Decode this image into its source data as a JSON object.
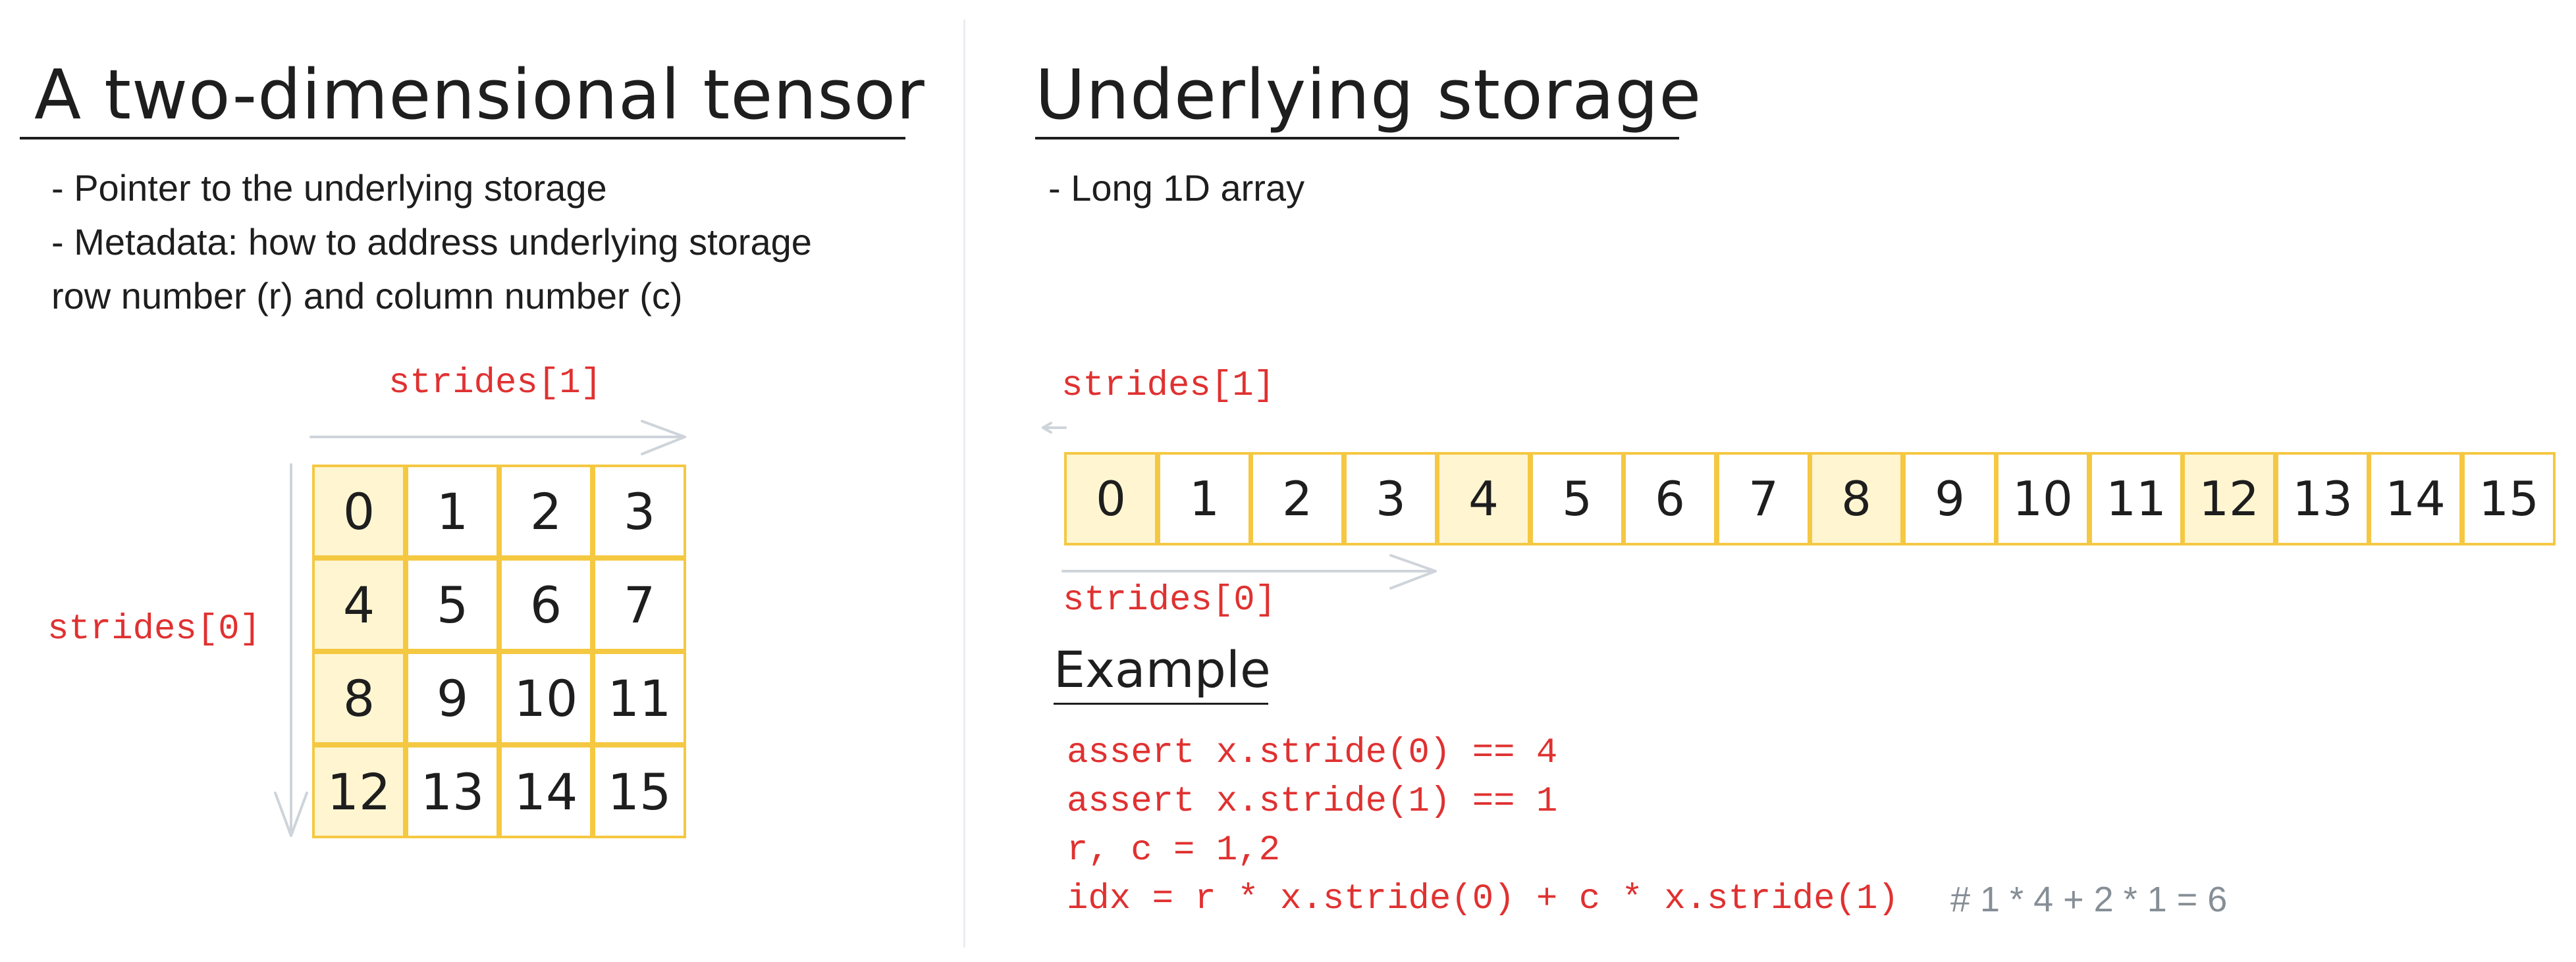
{
  "left": {
    "title": "A two-dimensional tensor",
    "bullets": [
      "- Pointer to the underlying storage",
      "- Metadata: how to address underlying storage",
      "row number (r) and column number (c)"
    ],
    "stride1_label": "strides[1]",
    "stride0_label": "strides[0]",
    "grid": [
      [
        "0",
        "1",
        "2",
        "3"
      ],
      [
        "4",
        "5",
        "6",
        "7"
      ],
      [
        "8",
        "9",
        "10",
        "11"
      ],
      [
        "12",
        "13",
        "14",
        "15"
      ]
    ]
  },
  "right": {
    "title": "Underlying storage",
    "bullets": [
      "- Long 1D array"
    ],
    "stride1_label": "strides[1]",
    "stride0_label": "strides[0]",
    "array": [
      "0",
      "1",
      "2",
      "3",
      "4",
      "5",
      "6",
      "7",
      "8",
      "9",
      "10",
      "11",
      "12",
      "13",
      "14",
      "15"
    ],
    "highlighted_indices": [
      0,
      4,
      8,
      12
    ],
    "example_title": "Example",
    "code": [
      "assert x.stride(0) == 4",
      "assert x.stride(1) == 1",
      "r, c = 1,2",
      "idx = r * x.stride(0) + c * x.stride(1)"
    ],
    "code_comment": "# 1 * 4 + 2 * 1 = 6"
  },
  "colors": {
    "accent_red": "#e03131",
    "cell_border": "#f5c842",
    "cell_highlight": "#fff6d1",
    "arrow": "#ced4da",
    "comment": "#868e96"
  }
}
